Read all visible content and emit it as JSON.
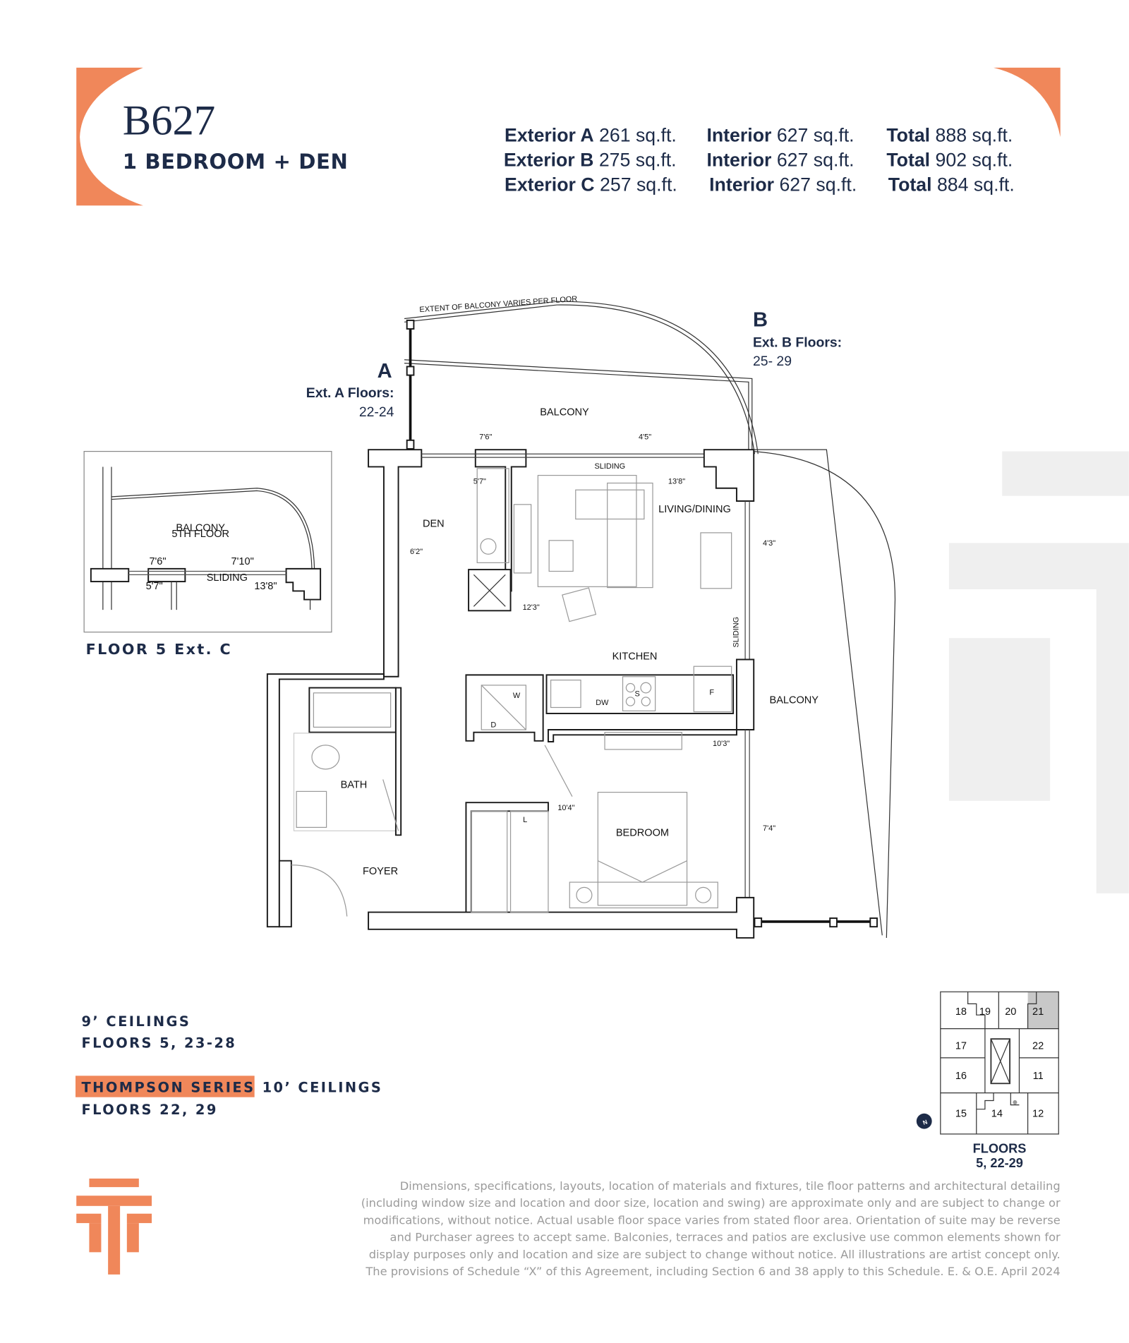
{
  "header": {
    "unit_code": "B627",
    "unit_type": "1 BEDROOM + DEN",
    "areas": [
      {
        "ext_label": "Exterior A",
        "ext_value": "261 sq.ft.",
        "int_label": "Interior",
        "int_value": "627 sq.ft.",
        "total_label": "Total",
        "total_value": "888 sq.ft."
      },
      {
        "ext_label": "Exterior B",
        "ext_value": "275 sq.ft.",
        "int_label": "Interior",
        "int_value": "627 sq.ft.",
        "total_label": "Total",
        "total_value": "902 sq.ft."
      },
      {
        "ext_label": "Exterior C",
        "ext_value": "257 sq.ft.",
        "int_label": "Interior",
        "int_value": "627 sq.ft.",
        "total_label": "Total",
        "total_value": "884 sq.ft."
      }
    ]
  },
  "plan": {
    "extent_note": "EXTENT OF BALCONY VARIES PER FLOOR",
    "ext_a": {
      "letter": "A",
      "label": "Ext. A Floors:",
      "floors": "22-24"
    },
    "ext_b": {
      "letter": "B",
      "label": "Ext. B Floors:",
      "floors": "25- 29"
    },
    "rooms": [
      "BALCONY",
      "DEN",
      "LIVING/DINING",
      "KITCHEN",
      "BALCONY",
      "BATH",
      "BEDROOM",
      "FOYER"
    ],
    "dimensions": [
      "7'6\"",
      "4'5\"",
      "5'7\"",
      "13'8\"",
      "6'2\"",
      "4'3\"",
      "12'3\"",
      "10'3\"",
      "10'4\"",
      "7'4\""
    ],
    "appliances": [
      "W",
      "D",
      "DW",
      "S",
      "F",
      "L"
    ],
    "sliding": [
      "SLIDING",
      "SLIDING"
    ]
  },
  "inset": {
    "balcony": "BALCONY",
    "floor_note": "5TH FLOOR",
    "dimensions": [
      "7'6\"",
      "7'10\"",
      "5'7\"",
      "13'8\""
    ],
    "sliding": "SLIDING",
    "caption": "FLOOR 5 Ext. C"
  },
  "ceilings": {
    "standard_height": "9’ CEILINGS",
    "standard_floors": "FLOORS 5, 23-28",
    "series_badge": "THOMPSON SERIES",
    "series_height": "10’ CEILINGS",
    "series_floors": "FLOORS 22, 29"
  },
  "keyplan": {
    "units": [
      "18",
      "19",
      "20",
      "21",
      "17",
      "22",
      "16",
      "11",
      "15",
      "14",
      "12"
    ],
    "highlighted_unit": "21",
    "north": "N",
    "caption_line1": "FLOORS",
    "caption_line2": "5, 22-29"
  },
  "disclaimer": [
    "Dimensions, specifications, layouts, location of materials and fixtures, tile floor patterns and architectural detailing",
    "(including window size and location and door size, location and swing) are approximate only and are subject to change or",
    "modifications, without notice. Actual usable floor space varies from stated floor area. Orientation of suite may be reverse",
    "and Purchaser agrees to accept same. Balconies, terraces and patios are exclusive use common elements shown for",
    "display purposes only and location and size are subject to change without notice. All illustrations are artist concept only.",
    "The provisions of Schedule “X” of this Agreement, including Section 6 and 38 apply to this Schedule. E. & O.E. April 2024"
  ],
  "colors": {
    "accent": "#f0875a",
    "navy": "#1d2b48",
    "watermark": "#efefef",
    "highlight": "#c8c8c8"
  }
}
